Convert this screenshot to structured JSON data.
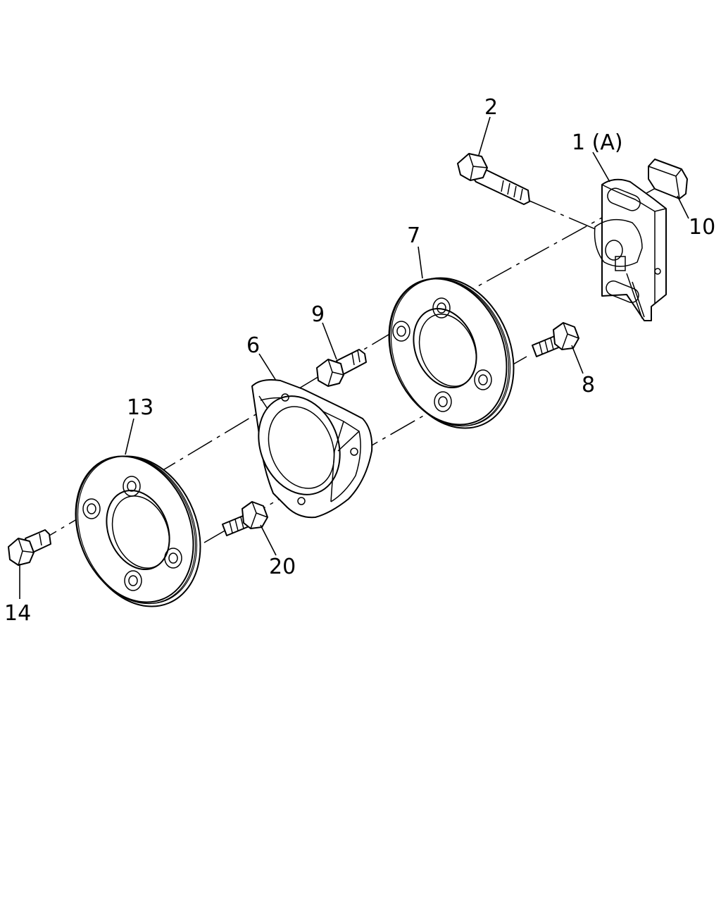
{
  "callouts": {
    "c1": "1 (A)",
    "c2": "2",
    "c6": "6",
    "c7": "7",
    "c8": "8",
    "c9": "9",
    "c10": "10",
    "c13": "13",
    "c14": "14",
    "c20": "20"
  },
  "colors": {
    "line": "#000000",
    "background": "#ffffff"
  }
}
